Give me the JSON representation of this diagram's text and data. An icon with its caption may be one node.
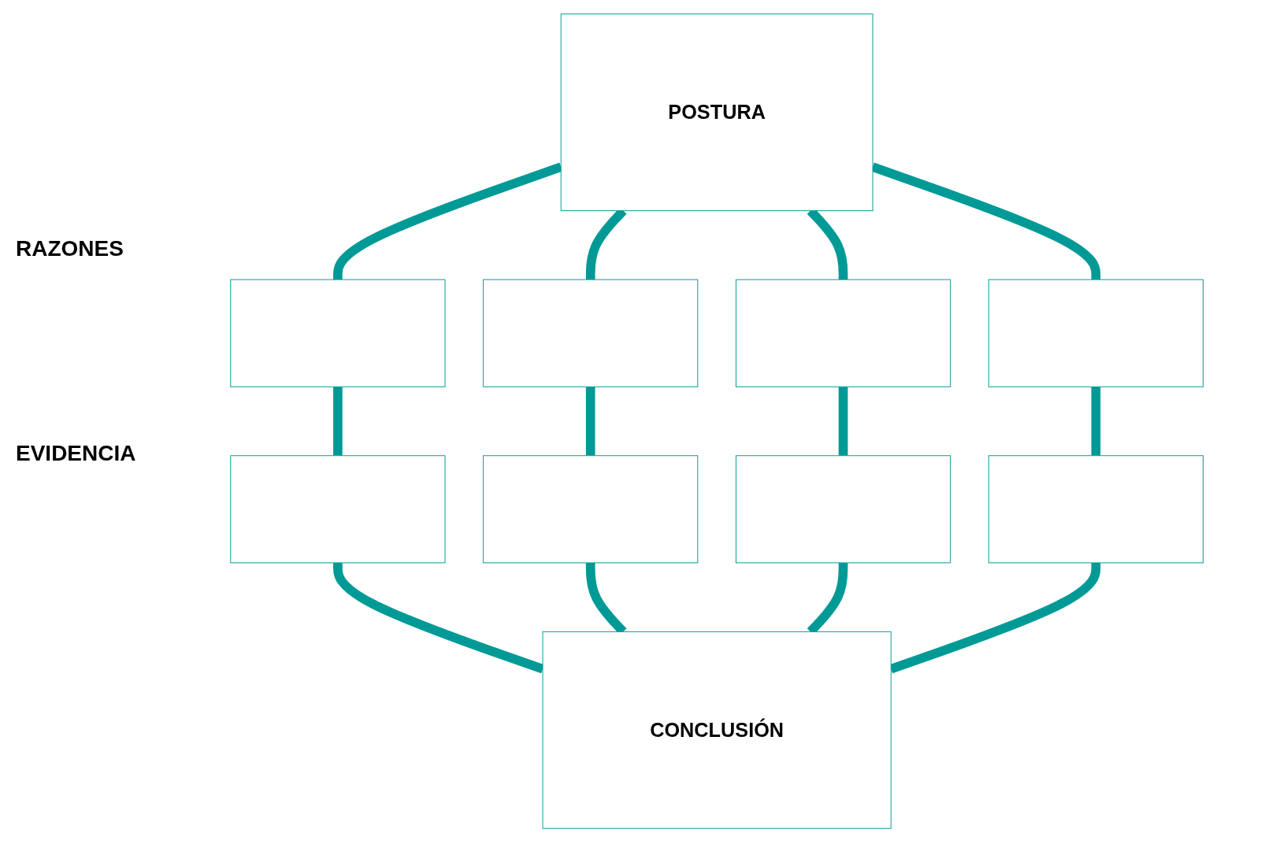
{
  "diagram": {
    "nodes": [
      {
        "text": [
          "POSTURA"
        ]
      },
      {
        "text": [],
        "shape": "box"
      },
      {
        "text": [],
        "shape": "box"
      },
      {
        "text": [],
        "shape": "box"
      },
      {
        "text": [],
        "shape": "box"
      },
      {
        "text": [],
        "shape": "box"
      },
      {
        "text": [],
        "shape": "box"
      },
      {
        "text": [],
        "shape": "box"
      },
      {
        "text": [],
        "shape": "box"
      },
      {
        "text": [
          "CONCLUSIÓN"
        ]
      }
    ],
    "edges": [
      {
        "from": 0,
        "to": 1,
        "arrow": "none",
        "color": "#009a96"
      },
      {
        "from": 0,
        "to": 2,
        "arrow": "none",
        "color": "#009a96"
      },
      {
        "from": 0,
        "to": 3,
        "arrow": "none",
        "color": "#009a96"
      },
      {
        "from": 0,
        "to": 4,
        "arrow": "none",
        "color": "#009a96"
      },
      {
        "from": 1,
        "to": 5,
        "arrow": "none",
        "color": "#009a96"
      },
      {
        "from": 2,
        "to": 6,
        "arrow": "none",
        "color": "#009a96"
      },
      {
        "from": 3,
        "to": 7,
        "arrow": "none",
        "color": "#009a96"
      },
      {
        "from": 4,
        "to": 8,
        "arrow": "none",
        "color": "#009a96"
      },
      {
        "from": 5,
        "to": 9,
        "arrow": "none",
        "color": "#009a96"
      },
      {
        "from": 6,
        "to": 9,
        "arrow": "none",
        "color": "#009a96"
      },
      {
        "from": 7,
        "to": 9,
        "arrow": "none",
        "color": "#009a96"
      },
      {
        "from": 8,
        "to": 9,
        "arrow": "none",
        "color": "#009a96"
      }
    ],
    "labels": [
      "RAZONES",
      "EVIDENCIA"
    ]
  }
}
